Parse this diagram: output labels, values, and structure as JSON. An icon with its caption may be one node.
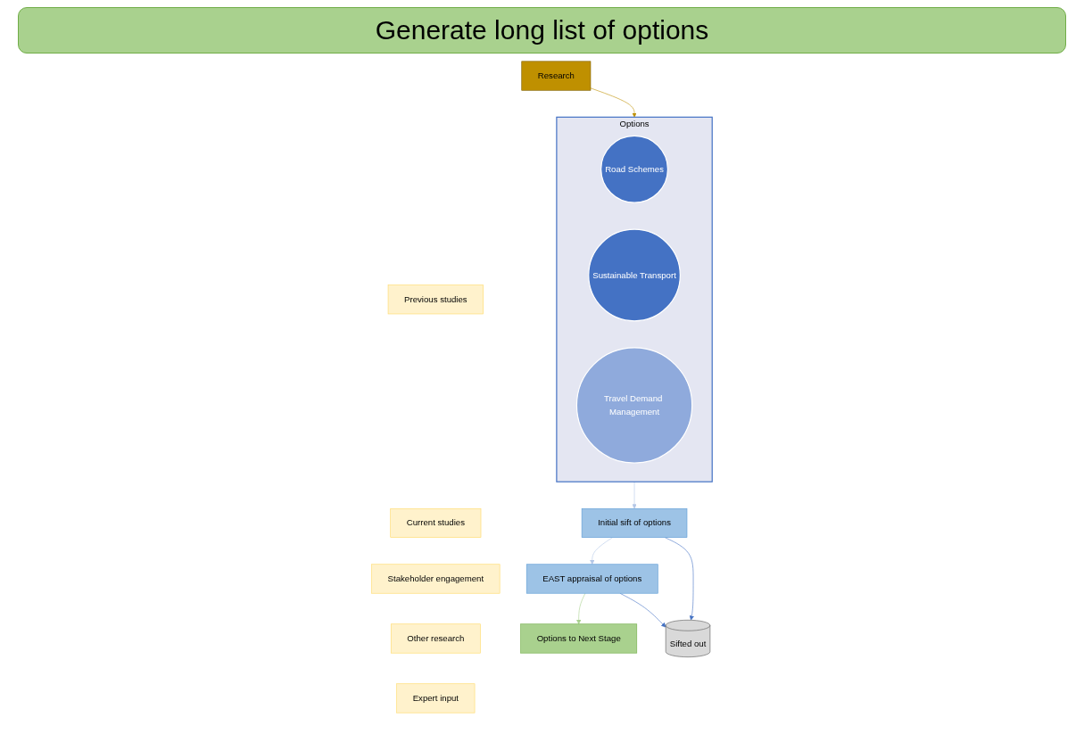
{
  "diagram": {
    "title": "Generate long list of options",
    "nodes": [
      {
        "text": [
          "Options"
        ]
      },
      {
        "text": [
          "Road Schemes"
        ],
        "in": 0
      },
      {
        "text": [
          "Sustainable Transport"
        ],
        "in": 0
      },
      {
        "text": [
          "Travel Demand Management"
        ],
        "in": 0
      },
      {
        "text": [
          "Research"
        ]
      },
      {
        "text": [
          "Previous studies"
        ]
      },
      {
        "text": [
          "Current studies"
        ]
      },
      {
        "text": [
          "Stakeholder engagement"
        ]
      },
      {
        "text": [
          "Other research"
        ]
      },
      {
        "text": [
          "Expert input"
        ]
      },
      {
        "text": [
          "Initial sift of options"
        ]
      },
      {
        "text": [
          "EAST appraisal of options"
        ]
      },
      {
        "text": [
          "Options to Next Stage"
        ]
      },
      {
        "text": [
          "Sifted out"
        ]
      }
    ],
    "edges": [
      {
        "from": 4,
        "to": 0,
        "arrow": "to",
        "color": "#bf9000"
      },
      {
        "from": 0,
        "to": 10,
        "arrow": "to",
        "color": "#b4c7e7"
      },
      {
        "from": 10,
        "to": 11,
        "arrow": "to",
        "color": "#b4c7e7"
      },
      {
        "from": 11,
        "to": 12,
        "arrow": "to",
        "color": "#a9d18e"
      },
      {
        "from": 10,
        "to": 13,
        "arrow": "to",
        "color": "#4472c4"
      },
      {
        "from": 11,
        "to": 13,
        "arrow": "to",
        "color": "#4472c4"
      }
    ]
  }
}
